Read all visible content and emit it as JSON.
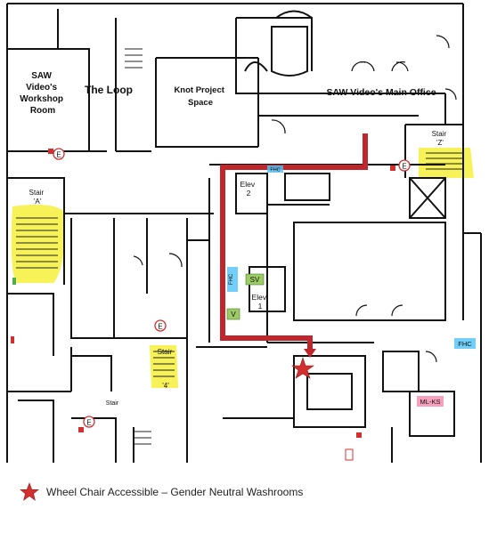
{
  "rooms": {
    "saw_workshop": [
      "SAW",
      "Video's",
      "Workshop",
      "Room"
    ],
    "the_loop": "The Loop",
    "knot_project": [
      "Knot Project",
      "Space"
    ],
    "main_office": "SAW Video's Main Office"
  },
  "stairs": {
    "stair_a": [
      "Stair",
      "'A'"
    ],
    "stair_z": [
      "Stair",
      "'Z'"
    ],
    "stair_4": [
      "Stair",
      "'4'"
    ],
    "stair_small": "Stair"
  },
  "elevators": {
    "elev_2": [
      "Elev",
      "2"
    ],
    "elev_1": [
      "Elev",
      "1"
    ]
  },
  "tags": {
    "sv": "SV",
    "v": "V",
    "fhc_left": "FHC",
    "fhc_right": "FHC",
    "fhc_top": "FHC",
    "ml_ks": "ML-KS",
    "exit": "E"
  },
  "legend": {
    "text": "Wheel Chair Accessible – Gender Neutral Washrooms"
  },
  "colors": {
    "route": "#c0272d",
    "star": "#d32f2f",
    "highlight": "#f4f03a",
    "tag_green": "#9ccc65",
    "tag_blue": "#4fc3f7",
    "tag_pink": "#f48fb1"
  }
}
